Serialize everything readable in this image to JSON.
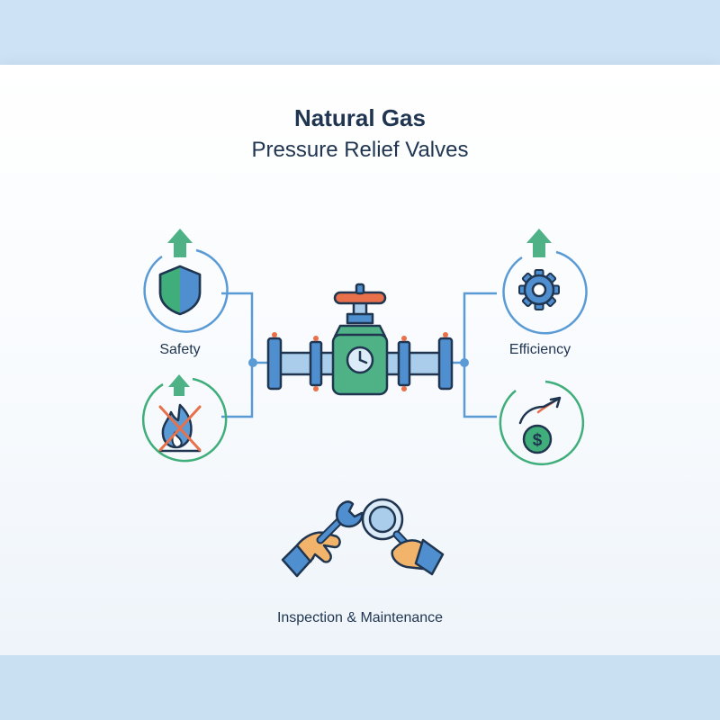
{
  "title": {
    "line1": "Natural Gas",
    "line2": "Pressure Relief Valves"
  },
  "labels": {
    "safety": "Safety",
    "efficiency": "Efficiency",
    "inspection": "Inspection & Maintenance"
  },
  "icons": {
    "center": "gate-valve-icon",
    "safety_top": "shield-icon",
    "safety_bottom": "no-fire-icon",
    "efficiency_top": "gear-icon",
    "efficiency_bottom": "cost-savings-icon",
    "inspection": "wrench-and-magnifier-icon"
  },
  "colors": {
    "navy": "#1f3550",
    "blue": "#5b9bd5",
    "green": "#4fb287",
    "orange": "#e8704a",
    "teal_green": "#3fae7a"
  }
}
